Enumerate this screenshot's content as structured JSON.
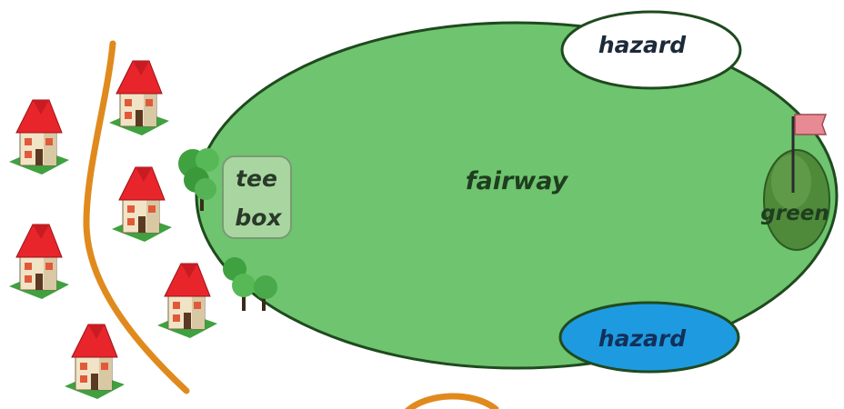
{
  "labels": {
    "hazard_top": "hazard",
    "hazard_bottom": "hazard",
    "fairway": "fairway",
    "tee_line1": "tee",
    "tee_line2": "box",
    "green": "green"
  },
  "colors": {
    "fairway": "#6fc46f",
    "green": "#4e8a3a",
    "water_hazard": "#1e9be0",
    "sand_hazard": "#ffffff",
    "tee_box": "#a9d6a0",
    "path": "#e08a1e",
    "house_roof": "#e8252b",
    "flag": "#e88a94"
  }
}
